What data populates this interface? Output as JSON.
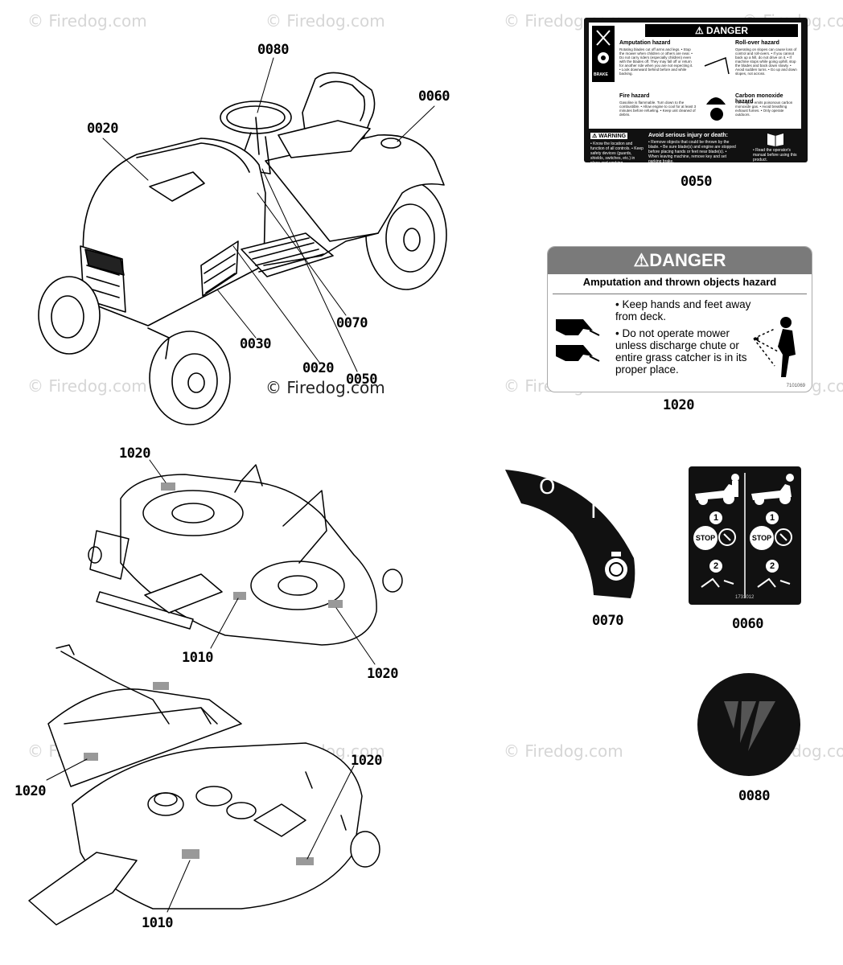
{
  "watermarks": {
    "text": "© Firedog.com",
    "callout_text": "© Firedog.com"
  },
  "callouts": {
    "c0080": "0080",
    "c0060": "0060",
    "c0020_top": "0020",
    "c0070": "0070",
    "c0030": "0030",
    "c0020_bottom": "0020",
    "c0050_tractor": "0050",
    "c0050": "0050",
    "c1020_right": "1020",
    "c0070_decal": "0070",
    "c0060_decal": "0060",
    "c0080_decal": "0080",
    "c1020_deck_top": "1020",
    "c1010_deck_top": "1010",
    "c1020_deck_right": "1020",
    "c1020_deck2_left": "1020",
    "c1020_deck2_right": "1020",
    "c1010_deck2": "1010"
  },
  "decal_0050": {
    "header": "DANGER",
    "amputation_title": "Amputation hazard",
    "amputation_text": "Rotating blades cut off arms and legs. • Stop the mower when children or others are near. • Do not carry riders (especially children) even with the blades off. They may fall off or return for another ride when you are not expecting it. • Look downward behind before and while backing.",
    "rollover_title": "Roll-over hazard",
    "rollover_text": "Operating on slopes can cause loss of control and roll-overs. • If you cannot back up a hill, do not drive on it. • If machine stops while going uphill, stop the blades and back down slowly. • Avoid sudden turns. • Go up and down slopes, not across.",
    "fire_title": "Fire hazard",
    "fire_text": "Gasoline is flammable. Turn down to the combustible. • Allow engine to cool for at least 3 minutes before refueling. • Keep unit cleaned of debris.",
    "carbon_title": "Carbon monoxide hazard",
    "carbon_text": "The engine emits poisonous carbon monoxide gas. • Avoid breathing exhaust fumes. • Only operate outdoors.",
    "warning_label": "WARNING",
    "avoid_title": "Avoid serious injury or death:",
    "foot_left": "• Know the location and function of all controls. • Keep safety devices (guards, shields, switches, etc.) in place and working.",
    "foot_mid": "• Remove objects that could be thrown by the blade. • Be sure blade(s) and engine are stopped before placing hands or feet near blade(s). • When leaving machine, remove key and set parking brake.",
    "foot_right": "• Read the operator's manual before using this product.",
    "brake_label": "BRAKE"
  },
  "decal_1020": {
    "header": "DANGER",
    "subtitle": "Amputation and thrown objects hazard",
    "bullet1": "• Keep hands and feet away from deck.",
    "bullet2": "• Do not operate mower unless discharge chute or entire grass catcher is in its proper place.",
    "code": "7101069"
  },
  "decal_0070": {
    "off_symbol": "O",
    "on_symbol": "I"
  },
  "decal_0060": {
    "step1": "1",
    "step2": "2",
    "stop_left": "STOP",
    "stop_right": "STOP",
    "code": "1731012"
  },
  "colors": {
    "decal_black": "#111111",
    "danger_gray": "#7a7a7a",
    "watermark": "#d6d6d6",
    "emblem_gray": "#555555"
  }
}
